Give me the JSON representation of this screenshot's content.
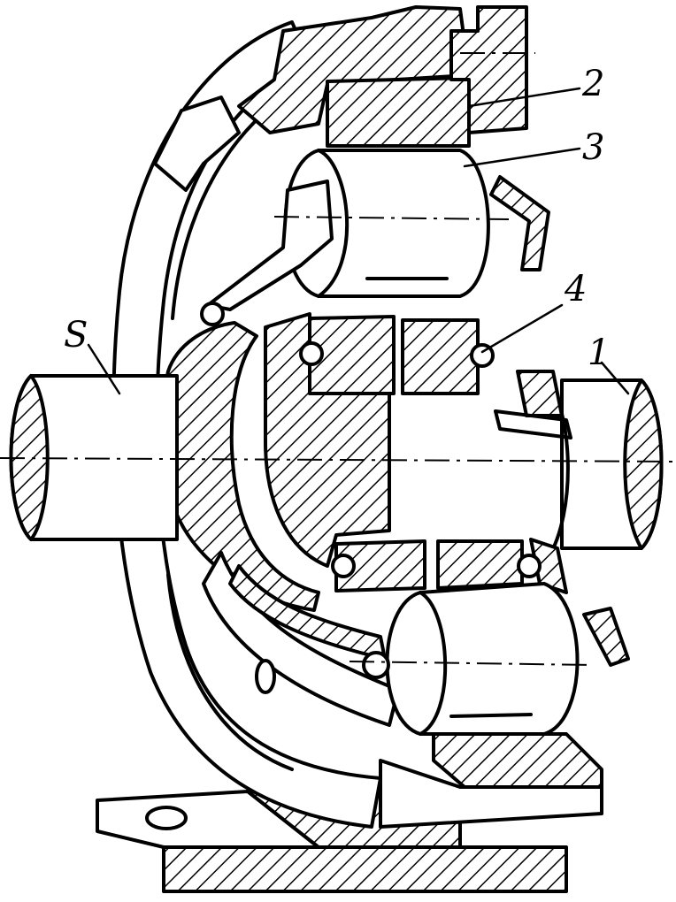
{
  "labels": {
    "shaft_s": "S",
    "shaft_1": "1",
    "part_2": "2",
    "part_3": "3",
    "part_4": "4"
  },
  "colors": {
    "ink": "#000000",
    "paper": "#ffffff"
  }
}
